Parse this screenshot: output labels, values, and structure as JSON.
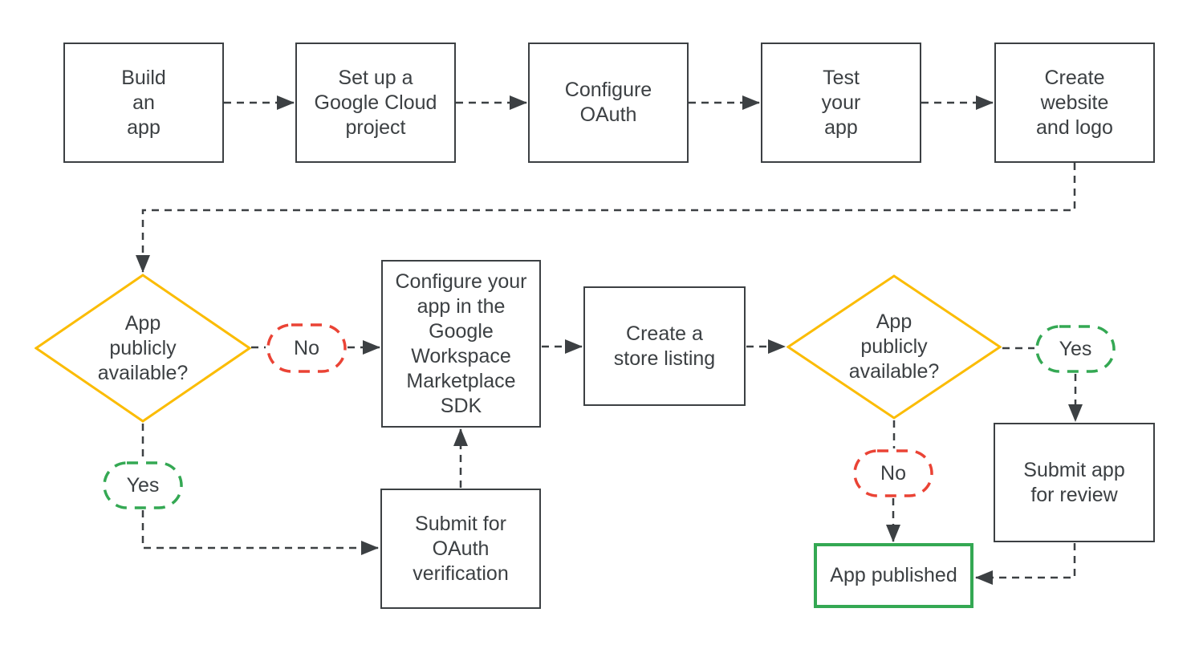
{
  "colors": {
    "line": "#3C4043",
    "yellow": "#FBBC04",
    "red": "#EA4335",
    "green": "#34A853",
    "bg": "#FFFFFF"
  },
  "flowchart": {
    "nodes": {
      "build_app": "Build\nan\napp",
      "setup_project": "Set up a\nGoogle Cloud\nproject",
      "configure_oauth": "Configure\nOAuth",
      "test_app": "Test\nyour\napp",
      "create_website": "Create\nwebsite\nand logo",
      "decision_public_1": "App\npublicly\navailable?",
      "no_1": "No",
      "yes_1": "Yes",
      "sdk_config": "Configure your\napp in the\nGoogle\nWorkspace\nMarketplace\nSDK",
      "store_listing": "Create a\nstore listing",
      "decision_public_2": "App\npublicly\navailable?",
      "yes_2": "Yes",
      "no_2": "No",
      "oauth_verification": "Submit for\nOAuth\nverification",
      "submit_review": "Submit app\nfor review",
      "app_published": "App published"
    }
  }
}
